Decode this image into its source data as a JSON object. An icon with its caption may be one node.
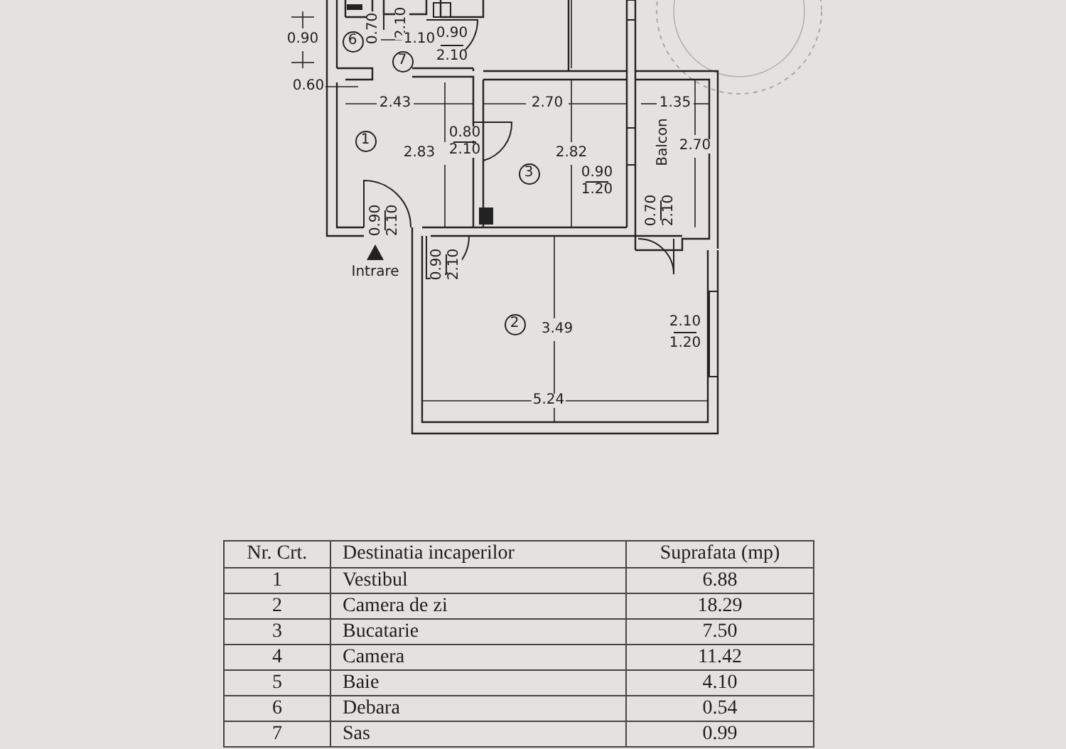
{
  "diagram": {
    "nodes": [
      {
        "text": [
          "6"
        ]
      },
      {
        "text": [
          "7"
        ]
      },
      {
        "text": [
          "1"
        ]
      },
      {
        "text": [
          "3"
        ]
      },
      {
        "text": [
          "2"
        ]
      }
    ],
    "labels": [
      "0.70",
      "2.10",
      "0.90",
      "1.10",
      "0.90",
      "2.10",
      "0.60",
      "2.43",
      "2.70",
      "1.35",
      "2.83",
      "0.80",
      "2.10",
      "2.82",
      "0.90",
      "1.20",
      "Balcon",
      "2.70",
      "0.90",
      "2.10",
      "Intrare",
      "0.90",
      "2.10",
      "0.70",
      "2.10",
      "3.49",
      "2.10",
      "1.20",
      "5.24",
      "Nr. Crt.",
      "Destinatia incaperilor",
      "Suprafata (mp)",
      "1",
      "Vestibul",
      "6.88",
      "2",
      "Camera de zi",
      "18.29",
      "3",
      "Bucatarie",
      "7.50",
      "4",
      "Camera",
      "11.42",
      "5",
      "Baie",
      "4.10",
      "6",
      "Debara",
      "0.54",
      "7",
      "Sas",
      "0.99"
    ]
  }
}
